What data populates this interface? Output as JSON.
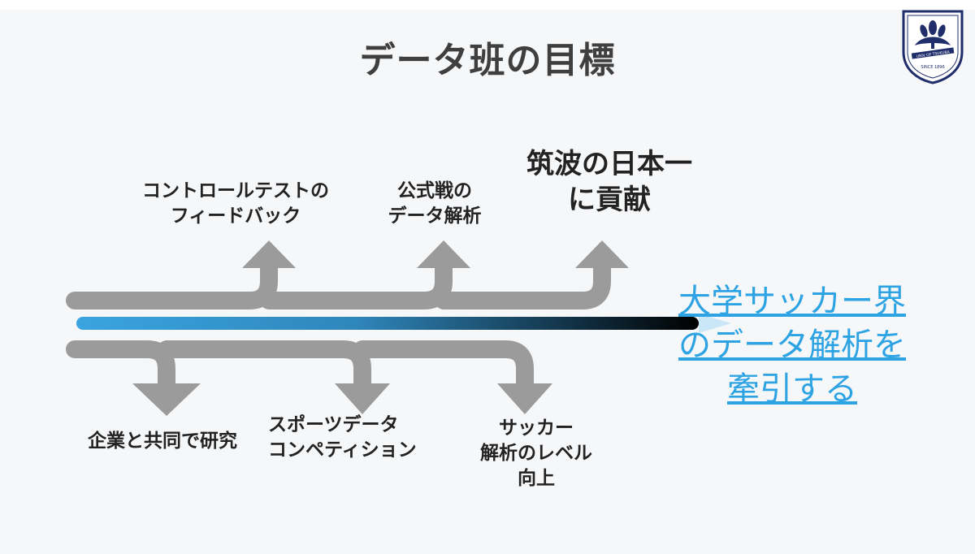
{
  "title": "データ班の目標",
  "emblem": {
    "motto": "UNIV OF TSUKUBA",
    "since": "SINCE 1896",
    "icon": "paulownia-crest"
  },
  "upper_goals": [
    {
      "line1": "コントロールテストの",
      "line2": "フィードバック"
    },
    {
      "line1": "公式戦の",
      "line2": "データ解析"
    },
    {
      "line1": "筑波の日本一",
      "line2": "に貢献"
    }
  ],
  "lower_goals": [
    {
      "line1": "企業と共同で研究"
    },
    {
      "line1": "スポーツデータ",
      "line2": "コンペティション"
    },
    {
      "line1": "サッカー",
      "line2": "解析のレベル",
      "line3": "向上"
    }
  ],
  "main_goal": {
    "line1": "大学サッカー界",
    "line2": "のデータ解析を",
    "line3": "牽引する"
  },
  "colors": {
    "arrow": "#9b9b9b",
    "main_line": "#3aa4e0",
    "goal_text": "#2ea3e3",
    "title": "#3f3f3f"
  }
}
